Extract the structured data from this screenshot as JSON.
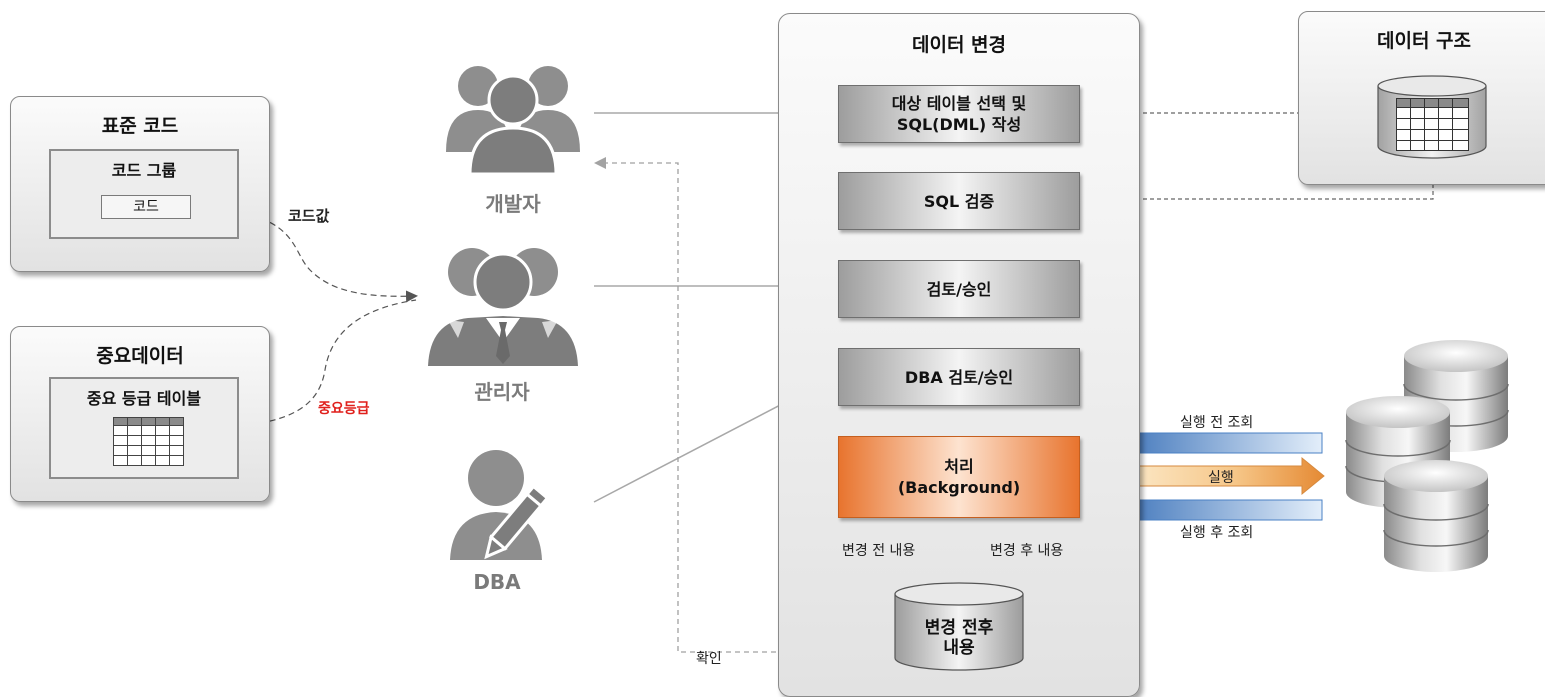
{
  "standard_code": {
    "title": "표준 코드",
    "group": "코드 그룹",
    "code": "코드"
  },
  "important_data": {
    "title": "중요데이터",
    "table": "중요 등급 테이블"
  },
  "edge_labels": {
    "code_value": "코드값",
    "importance_grade": "중요등급",
    "confirm": "확인"
  },
  "actors": {
    "developer": "개발자",
    "manager": "관리자",
    "dba": "DBA"
  },
  "data_change": {
    "title": "데이터 변경",
    "steps": {
      "select_line1": "대상 테이블 선택 및",
      "select_line2": "SQL(DML) 작성",
      "sql_verify": "SQL 검증",
      "review": "검토/승인",
      "dba_review": "DBA 검토/승인",
      "process_line1": "처리",
      "process_line2": "(Background)"
    },
    "before_content": "변경 전 내용",
    "after_content": "변경 후 내용",
    "drum_line1": "변경 전후",
    "drum_line2": "내용"
  },
  "data_structure": {
    "title": "데이터 구조"
  },
  "execution": {
    "before_query": "실행 전 조회",
    "run": "실행",
    "after_query": "실행 후 조회"
  },
  "colors": {
    "process_orange": "#e8742e",
    "accent_red": "#e0201c",
    "arrow_blue": "#3a78c0",
    "line_gray": "#a0a0a0"
  }
}
